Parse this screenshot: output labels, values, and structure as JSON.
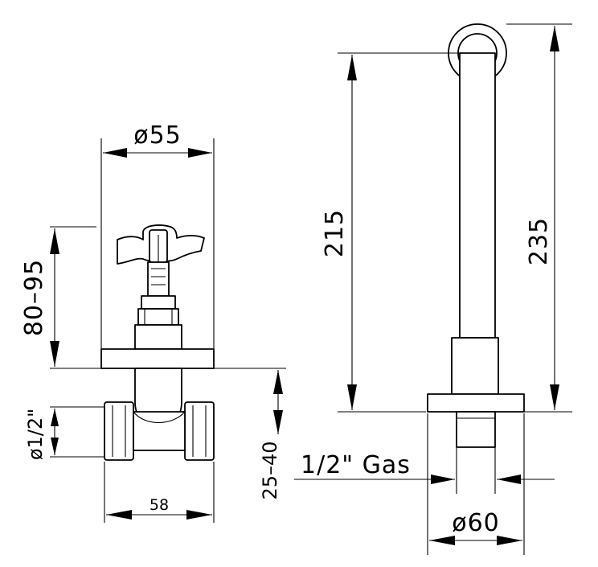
{
  "dimensions": {
    "head_diameter": "ø55",
    "spindle_height": "80–95",
    "pipe_size_left": "ø1/2\"",
    "body_length": "58",
    "wall_depth": "25–40",
    "arm_height": "215",
    "total_height": "235",
    "thread_label": "1/2\" Gas",
    "flange_diameter": "ø60"
  }
}
